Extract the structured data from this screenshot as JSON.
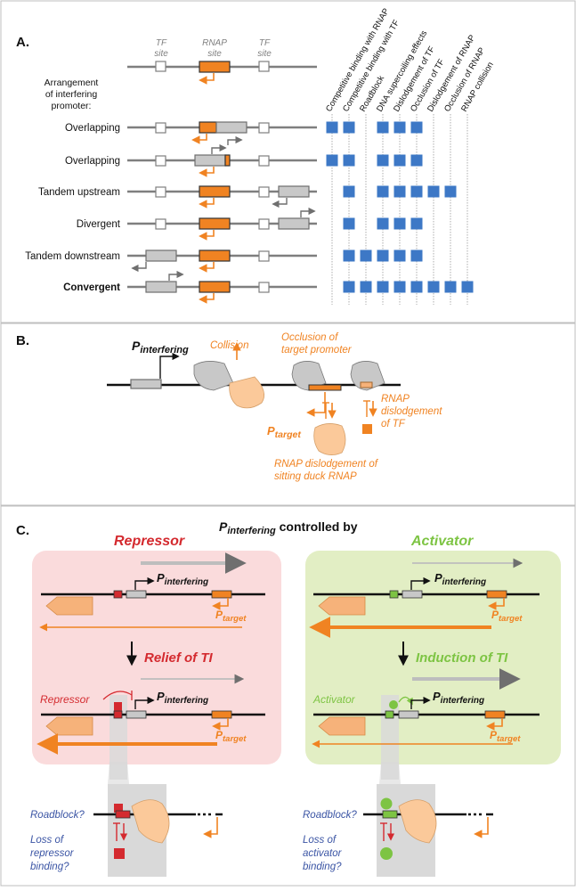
{
  "panelA": {
    "label": "A.",
    "tf_site": "TF site",
    "rnap_site": "RNAP site",
    "arrangement_label": "Arrangement of interfering promoter:",
    "mechanisms": [
      "Competitive binding with RNAP",
      "Competitive binding with TF",
      "Roadblock",
      "DNA supercoiling effects",
      "Dislodgement of TF",
      "Occlusion of TF",
      "Dislodgement of RNAP",
      "Occlusion of RNAP",
      "RNAP collision"
    ],
    "rows": [
      {
        "label": "Overlapping",
        "marks": [
          0,
          1,
          3,
          4,
          5
        ]
      },
      {
        "label": "Overlapping",
        "marks": [
          0,
          1,
          3,
          4,
          5
        ]
      },
      {
        "label": "Tandem upstream",
        "marks": [
          1,
          3,
          4,
          5,
          6,
          7
        ]
      },
      {
        "label": "Divergent",
        "marks": [
          1,
          3,
          4,
          5
        ]
      },
      {
        "label": "Tandem downstream",
        "marks": [
          1,
          2,
          3,
          4,
          5
        ]
      },
      {
        "label": "Convergent",
        "marks": [
          1,
          2,
          3,
          4,
          5,
          6,
          7,
          8
        ]
      }
    ]
  },
  "panelB": {
    "label": "B.",
    "p_interfering": "P",
    "p_interfering_sub": "interfering",
    "collision": "Collision",
    "occlusion_l1": "Occlusion of",
    "occlusion_l2": "target promoter",
    "p_target": "P",
    "p_target_sub": "target",
    "rnap_dislodge_tf_l1": "RNAP",
    "rnap_dislodge_tf_l2": "dislodgement",
    "rnap_dislodge_tf_l3": "of TF",
    "sitting_duck_l1": "RNAP dislodgement of",
    "sitting_duck_l2": "sitting duck RNAP"
  },
  "panelC": {
    "label": "C.",
    "title_p": "P",
    "title_sub": "interfering",
    "title_rest": " controlled by",
    "repressor": "Repressor",
    "activator": "Activator",
    "relief": "Relief of TI",
    "induction": "Induction of TI",
    "p": "P",
    "interfering": "interfering",
    "target": "target",
    "repressor_small": "Repressor",
    "activator_small": "Activator",
    "roadblock": "Roadblock?",
    "loss1": "Loss of",
    "loss_rep": "repressor",
    "loss_act": "activator",
    "binding": "binding?"
  },
  "colors": {
    "orange": "#f08322",
    "blue_square": "#3d78c6",
    "repressor_red": "#d42a2f",
    "activator_green": "#7dc443",
    "repressor_bg": "#fadbdc",
    "activator_bg": "#e2eec4",
    "question_blue": "#3a54a4"
  }
}
